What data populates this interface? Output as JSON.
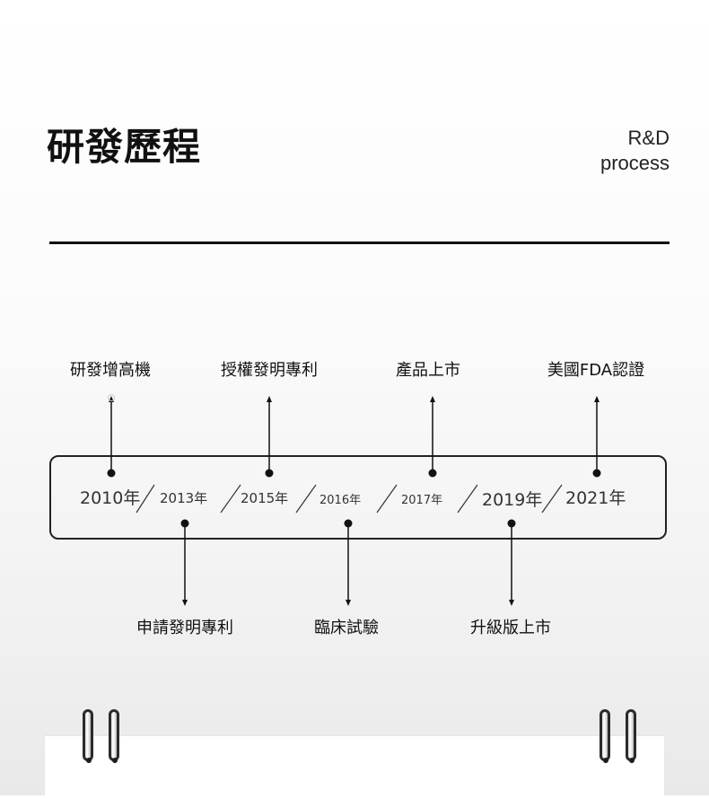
{
  "header": {
    "title": "研發歷程",
    "subtitle_line1": "R&D",
    "subtitle_line2": "process"
  },
  "timeline": {
    "years": [
      "2010年",
      "2013年",
      "2015年",
      "2016年",
      "2017年",
      "2019年",
      "2021年"
    ],
    "milestones_above": [
      {
        "year": "2010年",
        "label": "研發增高機"
      },
      {
        "year": "2015年",
        "label": "授權發明專利"
      },
      {
        "year": "2017年",
        "label": "產品上市"
      },
      {
        "year": "2021年",
        "label": "美國FDA認證"
      }
    ],
    "milestones_below": [
      {
        "year": "2013年",
        "label": "申請發明專利"
      },
      {
        "year": "2016年",
        "label": "臨床試驗"
      },
      {
        "year": "2019年",
        "label": "升級版上市"
      }
    ]
  },
  "colors": {
    "line": "#111111",
    "box_border": "#222222",
    "background": "#f5f5f5"
  }
}
